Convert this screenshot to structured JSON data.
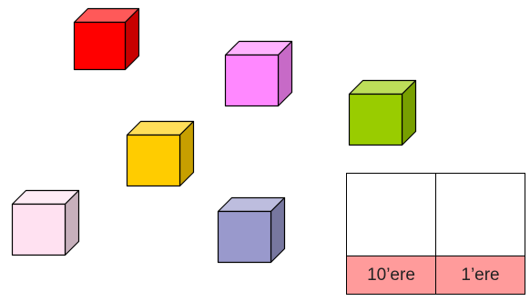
{
  "cubes": [
    {
      "name": "red-cube",
      "color": "#ff0000"
    },
    {
      "name": "pink-cube",
      "color": "#ff88ff"
    },
    {
      "name": "green-cube",
      "color": "#99cc00"
    },
    {
      "name": "yellow-cube",
      "color": "#ffcc00"
    },
    {
      "name": "light-pink-cube",
      "color": "#ffe1f1"
    },
    {
      "name": "lavender-cube",
      "color": "#9999cc"
    }
  ],
  "place_value_table": {
    "header_color": "#ff9b9b",
    "columns": [
      "10’ere",
      "1’ere"
    ]
  }
}
